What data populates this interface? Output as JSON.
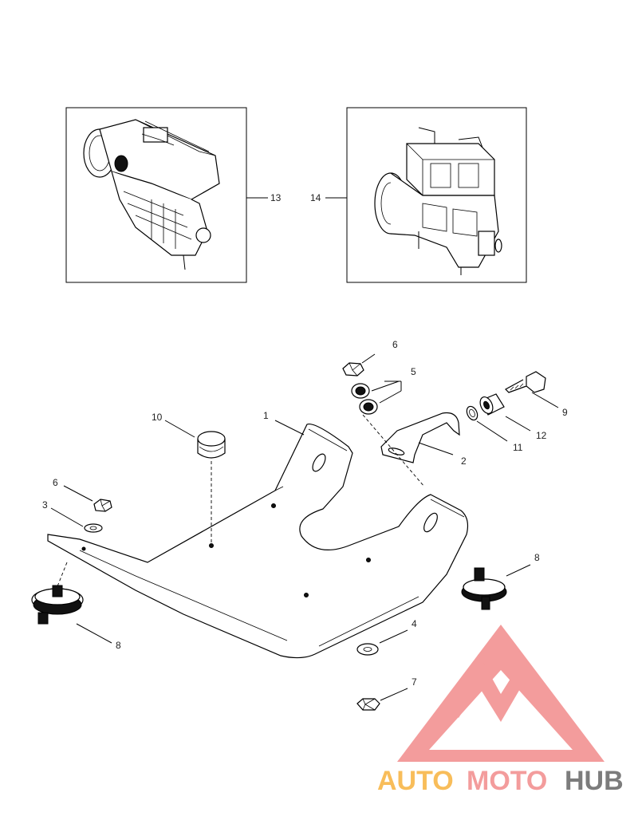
{
  "callouts": {
    "c1": "1",
    "c2": "2",
    "c3": "3",
    "c4": "4",
    "c5": "5",
    "c6a": "6",
    "c6b": "6",
    "c7": "7",
    "c8a": "8",
    "c8b": "8",
    "c9": "9",
    "c10": "10",
    "c11": "11",
    "c12": "12",
    "c13": "13",
    "c14": "14"
  },
  "watermark": {
    "part1": "AUTO",
    "part2": "MOTO",
    "part3": "HUB",
    "color_primary": "#f7b23e",
    "color_secondary": "#f28b8b",
    "color_tertiary": "#666666"
  }
}
